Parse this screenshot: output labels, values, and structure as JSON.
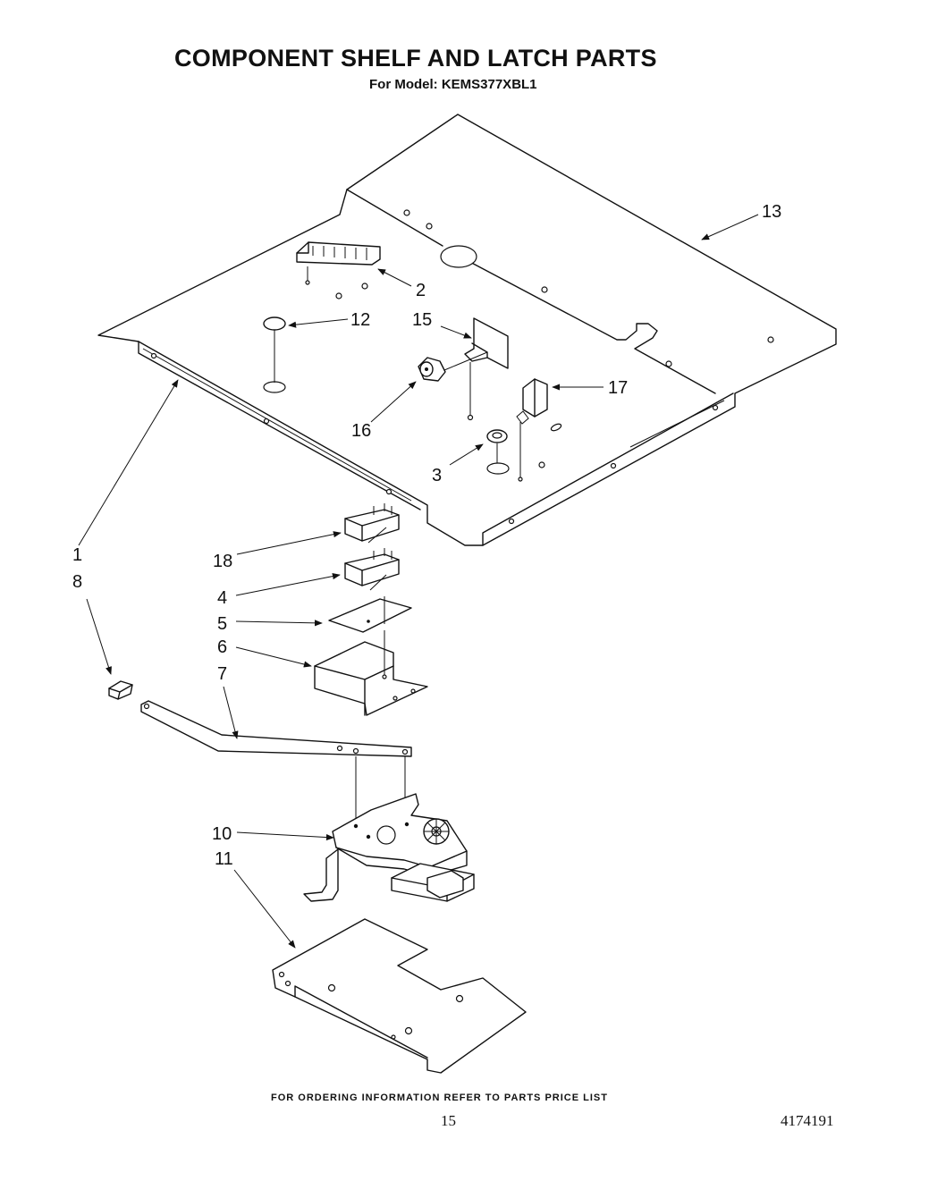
{
  "header": {
    "title": "COMPONENT SHELF AND LATCH PARTS",
    "subtitle": "For Model: KEMS377XBL1"
  },
  "footer": {
    "note": "FOR ORDERING INFORMATION REFER TO PARTS PRICE LIST",
    "page_number": "15",
    "doc_number": "4174191"
  },
  "callouts": {
    "c1": "1",
    "c2": "2",
    "c3": "3",
    "c4": "4",
    "c5": "5",
    "c6": "6",
    "c7": "7",
    "c8": "8",
    "c10": "10",
    "c11": "11",
    "c12": "12",
    "c13": "13",
    "c15": "15",
    "c16": "16",
    "c17": "17",
    "c18": "18"
  }
}
